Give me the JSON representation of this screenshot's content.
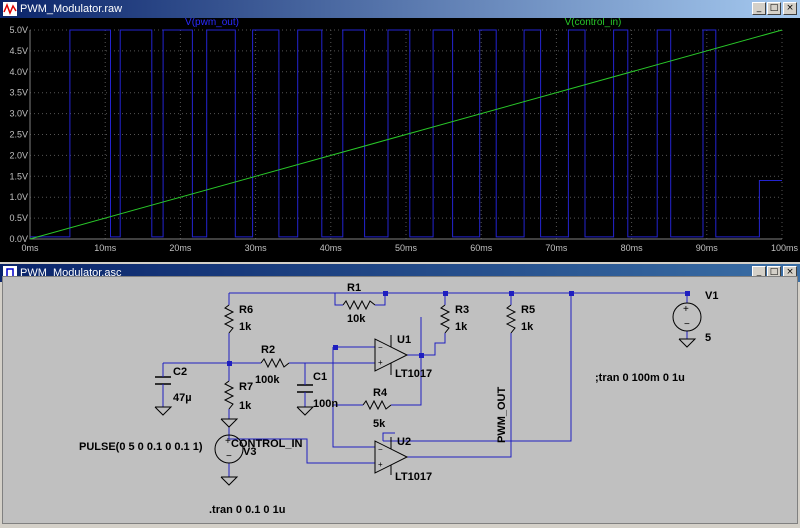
{
  "waveform_window": {
    "title": "PWM_Modulator.raw",
    "trace_labels": [
      "V(pwm_out)",
      "V(control_in)"
    ],
    "y_ticks": [
      "5.0V",
      "4.5V",
      "4.0V",
      "3.5V",
      "3.0V",
      "2.5V",
      "2.0V",
      "1.5V",
      "1.0V",
      "0.5V",
      "0.0V"
    ],
    "x_ticks": [
      "0ms",
      "10ms",
      "20ms",
      "30ms",
      "40ms",
      "50ms",
      "60ms",
      "70ms",
      "80ms",
      "90ms",
      "100ms"
    ],
    "colors": {
      "background": "#000000",
      "grid": "#555555",
      "axis_text": "#c0c0c0",
      "pwm_trace": "#2323d0",
      "control_trace": "#29c829",
      "pwm_label": "#2a2aff",
      "control_label": "#29c829"
    }
  },
  "chart_data": {
    "type": "line",
    "xlabel": "",
    "ylabel": "",
    "xlim": [
      0,
      100
    ],
    "ylim": [
      0,
      5
    ],
    "series": [
      {
        "name": "V(pwm_out)",
        "step": true,
        "x": [
          0,
          5.3,
          5.3,
          10.7,
          10.7,
          12,
          12,
          16.2,
          16.2,
          17.7,
          17.7,
          21.6,
          21.6,
          23.5,
          23.5,
          27.3,
          27.3,
          29.6,
          29.6,
          33.1,
          33.1,
          35.6,
          35.6,
          38.8,
          38.8,
          41.6,
          41.6,
          44.5,
          44.5,
          47.6,
          47.6,
          50.5,
          50.5,
          53.6,
          53.6,
          56.2,
          56.2,
          59.8,
          59.8,
          62,
          62,
          65.7,
          65.7,
          67.9,
          67.9,
          71.6,
          71.6,
          73.8,
          73.8,
          77.6,
          77.6,
          79.5,
          79.5,
          83.4,
          83.4,
          85.2,
          85.2,
          89.5,
          89.5,
          91.2,
          91.2,
          97,
          97,
          100
        ],
        "y": [
          0.05,
          0.05,
          5,
          5,
          0.05,
          0.05,
          5,
          5,
          0.05,
          0.05,
          5,
          5,
          0.05,
          0.05,
          5,
          5,
          0.05,
          0.05,
          5,
          5,
          0.05,
          0.05,
          5,
          5,
          0.05,
          0.05,
          5,
          5,
          0.05,
          0.05,
          5,
          5,
          0.05,
          0.05,
          5,
          5,
          0.05,
          0.05,
          5,
          5,
          0.05,
          0.05,
          5,
          5,
          0.05,
          0.05,
          5,
          5,
          0.05,
          0.05,
          5,
          5,
          0.05,
          0.05,
          5,
          5,
          0.05,
          0.05,
          5,
          5,
          0.05,
          0.05,
          1.4,
          1.4
        ]
      },
      {
        "name": "V(control_in)",
        "step": false,
        "x": [
          0,
          100
        ],
        "y": [
          0,
          5
        ]
      }
    ]
  },
  "schematic_window": {
    "title": "PWM_Modulator.asc",
    "components": {
      "r1_name": "R1",
      "r1_value": "10k",
      "r2_name": "R2",
      "r2_value": "100k",
      "r3_name": "R3",
      "r3_value": "1k",
      "r4_name": "R4",
      "r4_value": "5k",
      "r5_name": "R5",
      "r5_value": "1k",
      "r6_name": "R6",
      "r6_value": "1k",
      "r7_name": "R7",
      "r7_value": "1k",
      "c1_name": "C1",
      "c1_value": "100n",
      "c2_name": "C2",
      "c2_value": "47µ",
      "u1_name": "U1",
      "u1_model": "LT1017",
      "u2_name": "U2",
      "u2_model": "LT1017",
      "v1_name": "V1",
      "v1_value": "5",
      "v3_name": "V3",
      "v3_value": "PULSE(0 5 0 0.1 0 0.1 1)"
    },
    "net_labels": {
      "control_in": "CONTROL_IN",
      "pwm_out": "PWM_OUT"
    },
    "directives": {
      "main": ";tran 0 100m 0 1u",
      "secondary": ".tran 0 0.1 0 1u"
    },
    "colors": {
      "wire": "#1f1fc0",
      "symbol": "#000000",
      "junction": "#1f1fc0",
      "background": "#c0c0c0"
    }
  },
  "window_buttons": {
    "minimize": "_",
    "maximize": "□",
    "close": "×"
  }
}
